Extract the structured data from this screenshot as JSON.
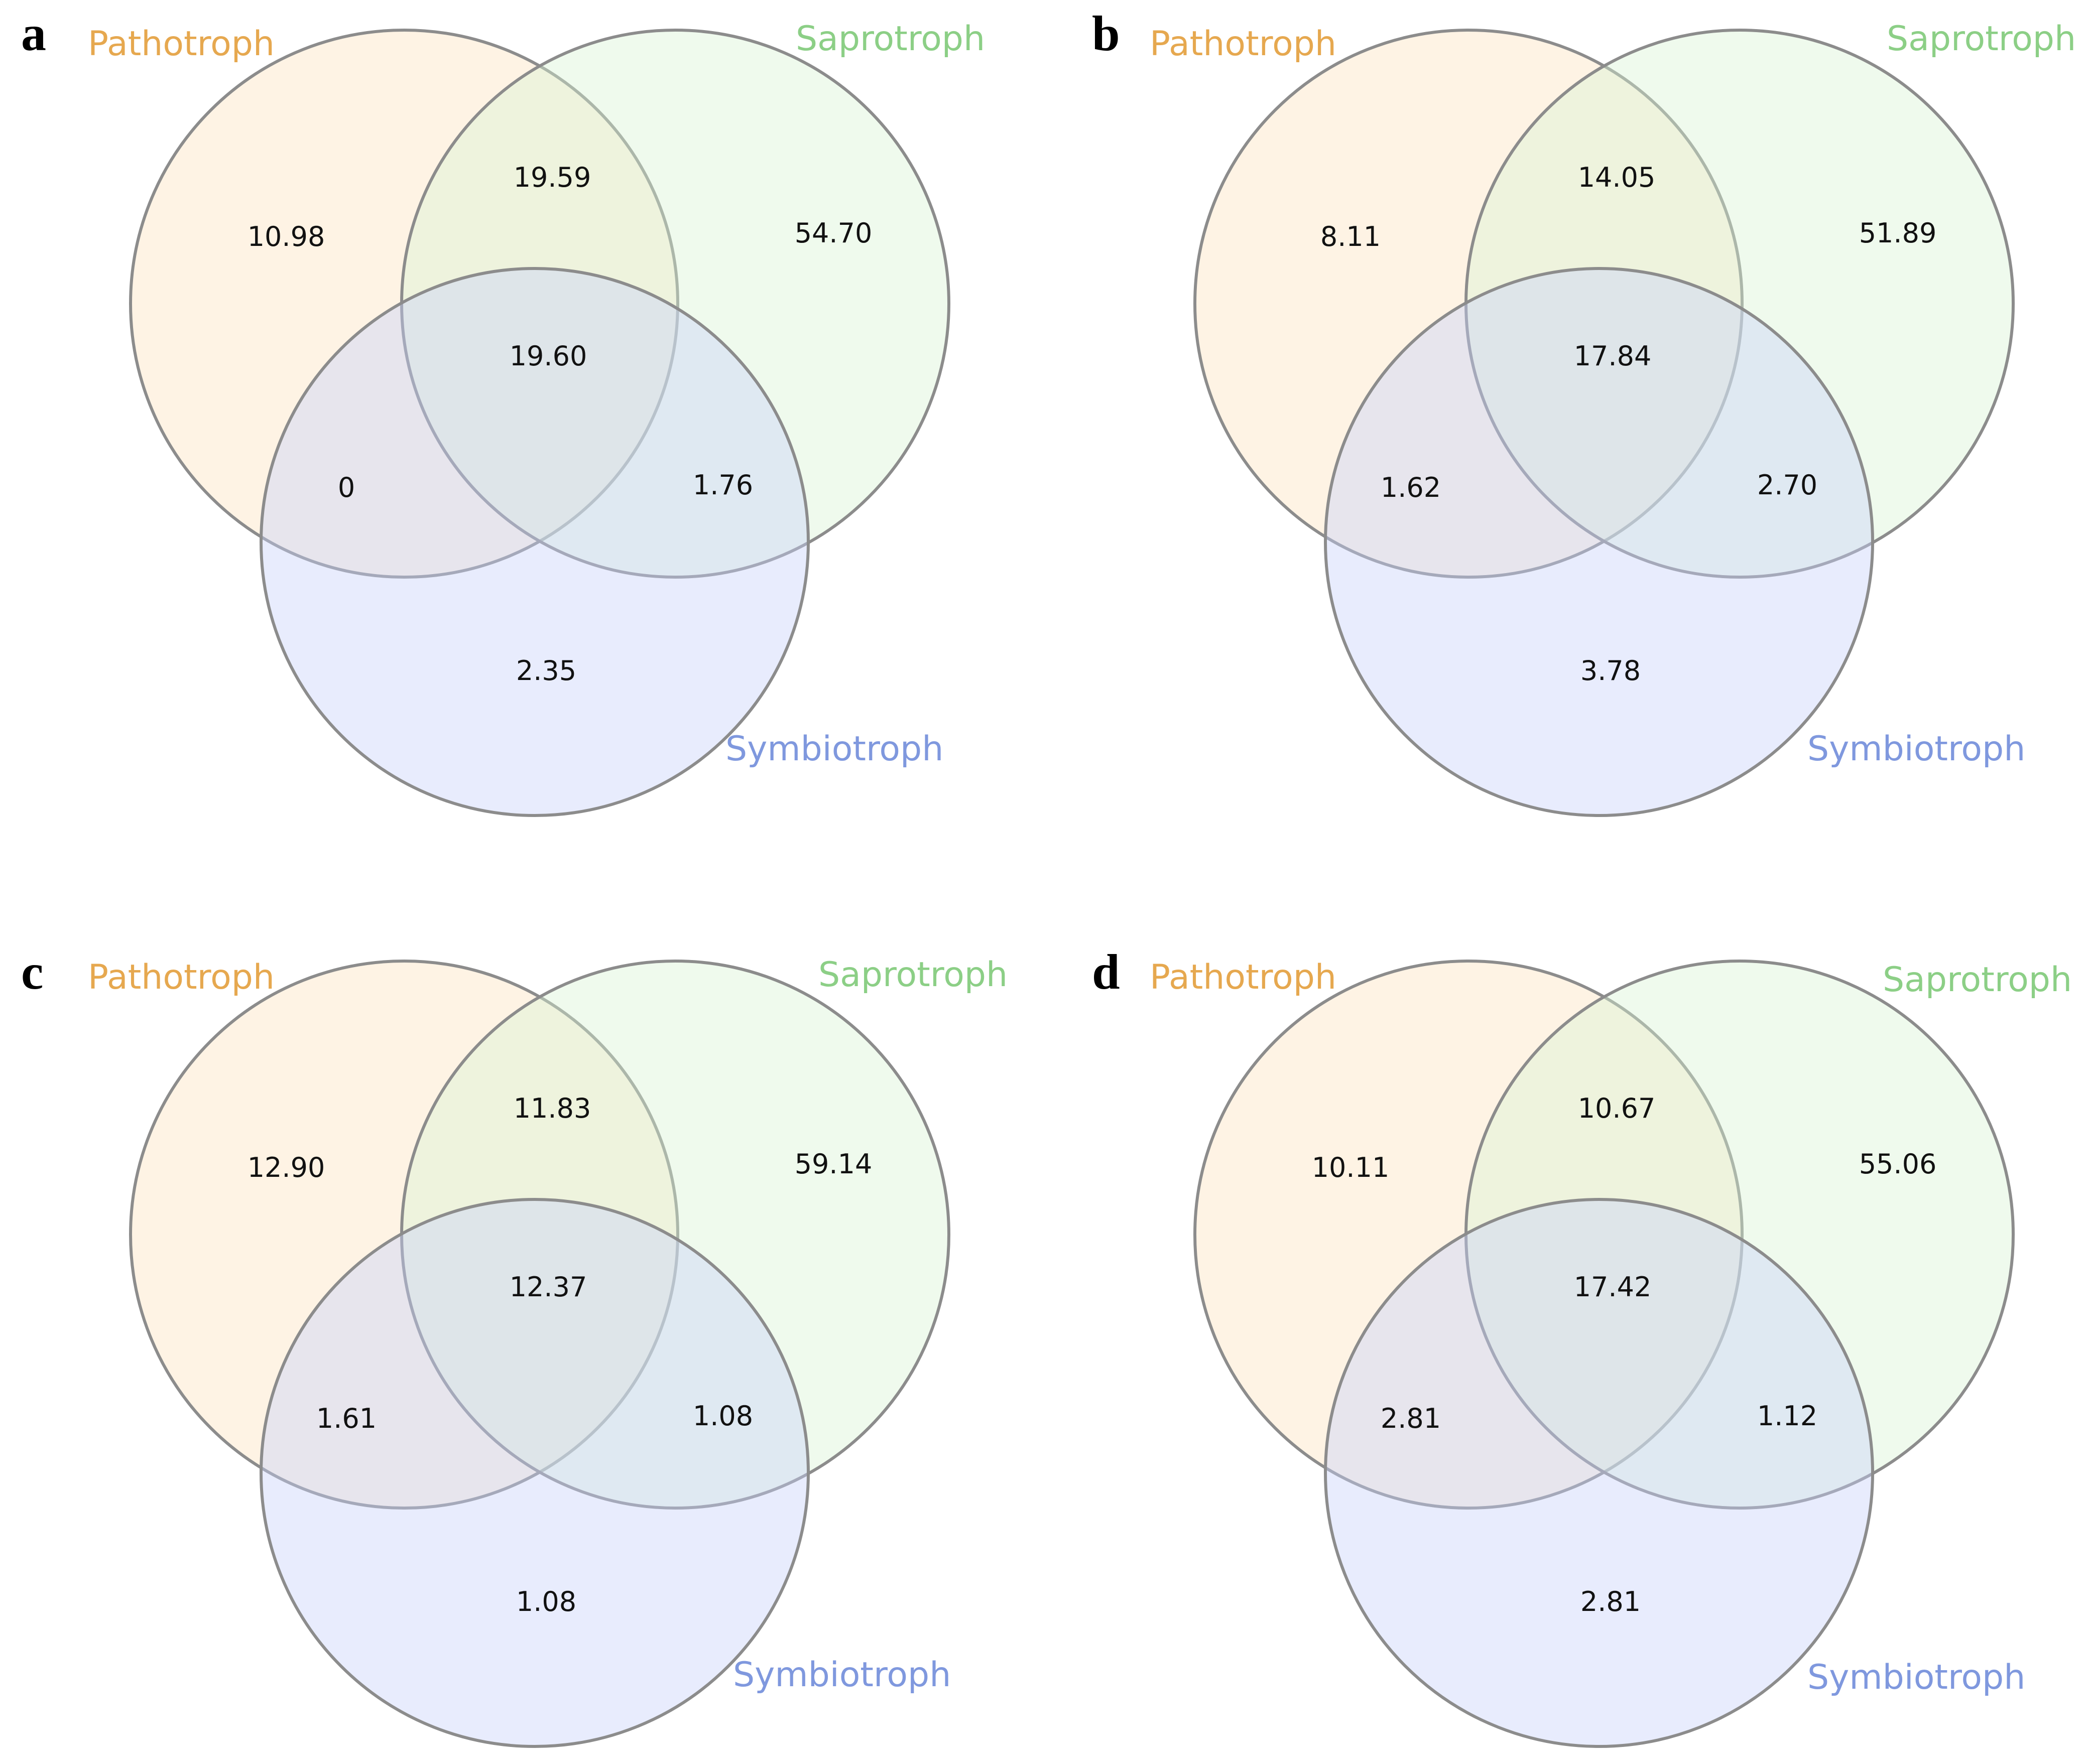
{
  "colors": {
    "pathotroph": "#e6a84f",
    "saprotroph": "#8ccf86",
    "symbiotroph": "#7f98de",
    "pathotroph_fill": "#fde3bf",
    "saprotroph_fill": "#d8f2d4",
    "symbiotroph_fill": "#c7d2fb",
    "outline": "#8c8c8c"
  },
  "set_labels": {
    "pathotroph": "Pathotroph",
    "saprotroph": "Saprotroph",
    "symbiotroph": "Symbiotroph"
  },
  "panels": [
    {
      "letter": "a",
      "values": {
        "pathotroph_only": "10.98",
        "saprotroph_only": "54.70",
        "symbiotroph_only": "2.35",
        "pathotroph_saprotroph": "19.59",
        "pathotroph_symbiotroph": "0",
        "saprotroph_symbiotroph": "1.76",
        "all_three": "19.60"
      }
    },
    {
      "letter": "b",
      "values": {
        "pathotroph_only": "8.11",
        "saprotroph_only": "51.89",
        "symbiotroph_only": "3.78",
        "pathotroph_saprotroph": "14.05",
        "pathotroph_symbiotroph": "1.62",
        "saprotroph_symbiotroph": "2.70",
        "all_three": "17.84"
      }
    },
    {
      "letter": "c",
      "values": {
        "pathotroph_only": "12.90",
        "saprotroph_only": "59.14",
        "symbiotroph_only": "1.08",
        "pathotroph_saprotroph": "11.83",
        "pathotroph_symbiotroph": "1.61",
        "saprotroph_symbiotroph": "1.08",
        "all_three": "12.37"
      }
    },
    {
      "letter": "d",
      "values": {
        "pathotroph_only": "10.11",
        "saprotroph_only": "55.06",
        "symbiotroph_only": "2.81",
        "pathotroph_saprotroph": "10.67",
        "pathotroph_symbiotroph": "2.81",
        "saprotroph_symbiotroph": "1.12",
        "all_three": "17.42"
      }
    }
  ]
}
